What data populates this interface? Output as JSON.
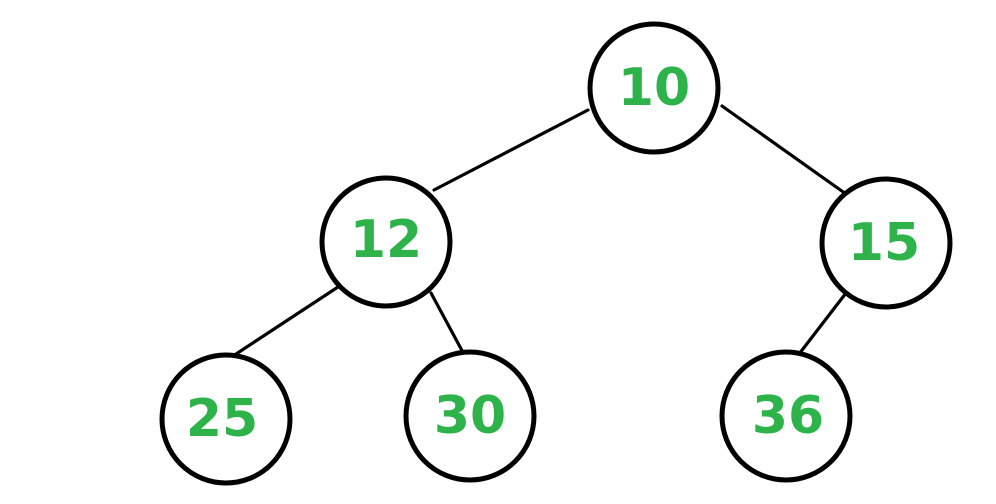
{
  "tree": {
    "colors": {
      "label": "#2db34a",
      "stroke": "#000000",
      "fill": "#ffffff"
    },
    "nodes": [
      {
        "id": "n10",
        "label": "10"
      },
      {
        "id": "n12",
        "label": "12"
      },
      {
        "id": "n15",
        "label": "15"
      },
      {
        "id": "n25",
        "label": "25"
      },
      {
        "id": "n30",
        "label": "30"
      },
      {
        "id": "n36",
        "label": "36"
      }
    ],
    "edges": [
      {
        "from": "n10",
        "to": "n12"
      },
      {
        "from": "n10",
        "to": "n15"
      },
      {
        "from": "n12",
        "to": "n25"
      },
      {
        "from": "n12",
        "to": "n30"
      },
      {
        "from": "n15",
        "to": "n36"
      }
    ]
  }
}
